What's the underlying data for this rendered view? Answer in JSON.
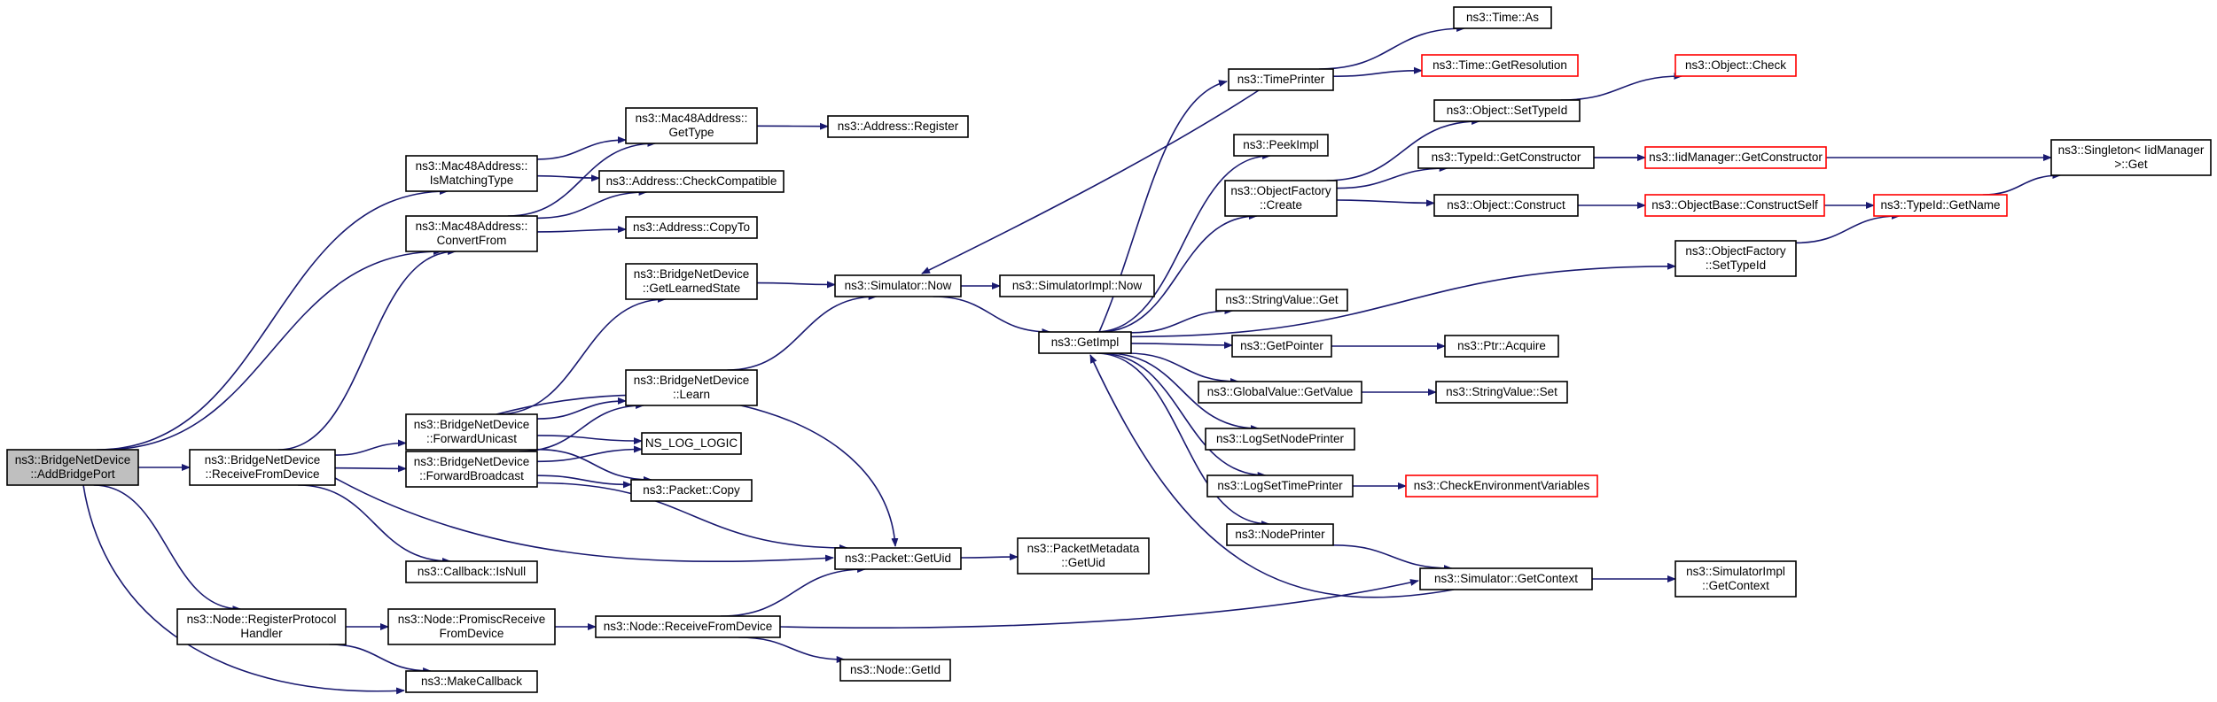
{
  "colors": {
    "edge": "#191970",
    "node_border": "#000000",
    "node_border_undocumented": "#ff0000",
    "node_fill": "#ffffff",
    "root_fill": "#bfbfbf"
  },
  "nodes": [
    {
      "id": "addBridgePort",
      "lines": [
        "ns3::BridgeNetDevice",
        "::AddBridgePort"
      ],
      "root": true
    },
    {
      "id": "receiveFromDevice",
      "lines": [
        "ns3::BridgeNetDevice",
        "::ReceiveFromDevice"
      ]
    },
    {
      "id": "registerProtocolHandler",
      "lines": [
        "ns3::Node::RegisterProtocol",
        "Handler"
      ]
    },
    {
      "id": "mac48IsMatchingType",
      "lines": [
        "ns3::Mac48Address::",
        "IsMatchingType"
      ]
    },
    {
      "id": "mac48ConvertFrom",
      "lines": [
        "ns3::Mac48Address::",
        "ConvertFrom"
      ]
    },
    {
      "id": "forwardUnicast",
      "lines": [
        "ns3::BridgeNetDevice",
        "::ForwardUnicast"
      ]
    },
    {
      "id": "forwardBroadcast",
      "lines": [
        "ns3::BridgeNetDevice",
        "::ForwardBroadcast"
      ]
    },
    {
      "id": "callbackIsNull",
      "lines": [
        "ns3::Callback::IsNull"
      ]
    },
    {
      "id": "promiscReceiveFromDevice",
      "lines": [
        "ns3::Node::PromiscReceive",
        "FromDevice"
      ]
    },
    {
      "id": "makeCallback",
      "lines": [
        "ns3::MakeCallback"
      ]
    },
    {
      "id": "mac48GetType",
      "lines": [
        "ns3::Mac48Address::",
        "GetType"
      ]
    },
    {
      "id": "addressCheckCompatible",
      "lines": [
        "ns3::Address::CheckCompatible"
      ]
    },
    {
      "id": "addressCopyTo",
      "lines": [
        "ns3::Address::CopyTo"
      ]
    },
    {
      "id": "getLearnedState",
      "lines": [
        "ns3::BridgeNetDevice",
        "::GetLearnedState"
      ]
    },
    {
      "id": "learn",
      "lines": [
        "ns3::BridgeNetDevice",
        "::Learn"
      ]
    },
    {
      "id": "nsLogLogic",
      "lines": [
        "NS_LOG_LOGIC"
      ]
    },
    {
      "id": "packetCopy",
      "lines": [
        "ns3::Packet::Copy"
      ]
    },
    {
      "id": "nodeReceiveFromDevice",
      "lines": [
        "ns3::Node::ReceiveFromDevice"
      ]
    },
    {
      "id": "addressRegister",
      "lines": [
        "ns3::Address::Register"
      ]
    },
    {
      "id": "simulatorNow",
      "lines": [
        "ns3::Simulator::Now"
      ]
    },
    {
      "id": "packetGetUid",
      "lines": [
        "ns3::Packet::GetUid"
      ]
    },
    {
      "id": "nodeGetId",
      "lines": [
        "ns3::Node::GetId"
      ]
    },
    {
      "id": "simulatorImplNow",
      "lines": [
        "ns3::SimulatorImpl::Now"
      ]
    },
    {
      "id": "packetMetadataGetUid",
      "lines": [
        "ns3::PacketMetadata",
        "::GetUid"
      ]
    },
    {
      "id": "getImpl",
      "lines": [
        "ns3::GetImpl"
      ]
    },
    {
      "id": "timePrinter",
      "lines": [
        "ns3::TimePrinter"
      ]
    },
    {
      "id": "peekImpl",
      "lines": [
        "ns3::PeekImpl"
      ]
    },
    {
      "id": "objectFactoryCreate",
      "lines": [
        "ns3::ObjectFactory",
        "::Create"
      ]
    },
    {
      "id": "stringValueGet",
      "lines": [
        "ns3::StringValue::Get"
      ]
    },
    {
      "id": "getPointer",
      "lines": [
        "ns3::GetPointer"
      ]
    },
    {
      "id": "globalValueGetValue",
      "lines": [
        "ns3::GlobalValue::GetValue"
      ]
    },
    {
      "id": "logSetNodePrinter",
      "lines": [
        "ns3::LogSetNodePrinter"
      ]
    },
    {
      "id": "logSetTimePrinter",
      "lines": [
        "ns3::LogSetTimePrinter"
      ]
    },
    {
      "id": "nodePrinter",
      "lines": [
        "ns3::NodePrinter"
      ]
    },
    {
      "id": "timeAs",
      "lines": [
        "ns3::Time::As"
      ]
    },
    {
      "id": "timeGetResolution",
      "lines": [
        "ns3::Time::GetResolution"
      ],
      "undocumented": true
    },
    {
      "id": "objectSetTypeId",
      "lines": [
        "ns3::Object::SetTypeId"
      ]
    },
    {
      "id": "typeIdGetConstructor",
      "lines": [
        "ns3::TypeId::GetConstructor"
      ]
    },
    {
      "id": "objectConstruct",
      "lines": [
        "ns3::Object::Construct"
      ]
    },
    {
      "id": "objectFactorySetTypeId",
      "lines": [
        "ns3::ObjectFactory",
        "::SetTypeId"
      ]
    },
    {
      "id": "ptrAcquire",
      "lines": [
        "ns3::Ptr::Acquire"
      ]
    },
    {
      "id": "stringValueSet",
      "lines": [
        "ns3::StringValue::Set"
      ]
    },
    {
      "id": "checkEnvironmentVariables",
      "lines": [
        "ns3::CheckEnvironmentVariables"
      ],
      "undocumented": true
    },
    {
      "id": "simulatorGetContext",
      "lines": [
        "ns3::Simulator::GetContext"
      ]
    },
    {
      "id": "objectCheck",
      "lines": [
        "ns3::Object::Check"
      ],
      "undocumented": true
    },
    {
      "id": "iidManagerGetConstructor",
      "lines": [
        "ns3::IidManager::GetConstructor"
      ],
      "undocumented": true
    },
    {
      "id": "objectBaseConstructSelf",
      "lines": [
        "ns3::ObjectBase::ConstructSelf"
      ],
      "undocumented": true
    },
    {
      "id": "typeIdGetName",
      "lines": [
        "ns3::TypeId::GetName"
      ],
      "undocumented": true
    },
    {
      "id": "simulatorImplGetContext",
      "lines": [
        "ns3::SimulatorImpl",
        "::GetContext"
      ]
    },
    {
      "id": "singletonGet",
      "lines": [
        "ns3::Singleton< IidManager",
        " >::Get"
      ]
    }
  ],
  "edges": [
    [
      "addBridgePort",
      "mac48IsMatchingType"
    ],
    [
      "addBridgePort",
      "mac48ConvertFrom"
    ],
    [
      "addBridgePort",
      "receiveFromDevice"
    ],
    [
      "addBridgePort",
      "registerProtocolHandler"
    ],
    [
      "addBridgePort",
      "makeCallback"
    ],
    [
      "receiveFromDevice",
      "mac48ConvertFrom"
    ],
    [
      "receiveFromDevice",
      "forwardUnicast"
    ],
    [
      "receiveFromDevice",
      "forwardBroadcast"
    ],
    [
      "receiveFromDevice",
      "callbackIsNull"
    ],
    [
      "receiveFromDevice",
      "packetGetUid"
    ],
    [
      "registerProtocolHandler",
      "promiscReceiveFromDevice"
    ],
    [
      "registerProtocolHandler",
      "makeCallback"
    ],
    [
      "mac48IsMatchingType",
      "mac48GetType"
    ],
    [
      "mac48IsMatchingType",
      "addressCheckCompatible"
    ],
    [
      "mac48ConvertFrom",
      "mac48GetType"
    ],
    [
      "mac48ConvertFrom",
      "addressCheckCompatible"
    ],
    [
      "mac48ConvertFrom",
      "addressCopyTo"
    ],
    [
      "mac48GetType",
      "addressRegister"
    ],
    [
      "forwardUnicast",
      "getLearnedState"
    ],
    [
      "forwardUnicast",
      "learn"
    ],
    [
      "forwardUnicast",
      "nsLogLogic"
    ],
    [
      "forwardUnicast",
      "packetCopy"
    ],
    [
      "forwardUnicast",
      "packetGetUid"
    ],
    [
      "forwardBroadcast",
      "learn"
    ],
    [
      "forwardBroadcast",
      "nsLogLogic"
    ],
    [
      "forwardBroadcast",
      "packetCopy"
    ],
    [
      "forwardBroadcast",
      "packetGetUid"
    ],
    [
      "promiscReceiveFromDevice",
      "nodeReceiveFromDevice"
    ],
    [
      "getLearnedState",
      "simulatorNow"
    ],
    [
      "learn",
      "simulatorNow"
    ],
    [
      "nodeReceiveFromDevice",
      "packetGetUid"
    ],
    [
      "nodeReceiveFromDevice",
      "nodeGetId"
    ],
    [
      "nodeReceiveFromDevice",
      "simulatorGetContext"
    ],
    [
      "simulatorNow",
      "simulatorImplNow"
    ],
    [
      "simulatorNow",
      "getImpl"
    ],
    [
      "packetGetUid",
      "packetMetadataGetUid"
    ],
    [
      "timePrinter",
      "simulatorNow"
    ],
    [
      "timePrinter",
      "timeAs"
    ],
    [
      "timePrinter",
      "timeGetResolution"
    ],
    [
      "getImpl",
      "timePrinter"
    ],
    [
      "getImpl",
      "peekImpl"
    ],
    [
      "getImpl",
      "objectFactoryCreate"
    ],
    [
      "getImpl",
      "objectFactorySetTypeId"
    ],
    [
      "getImpl",
      "stringValueGet"
    ],
    [
      "getImpl",
      "getPointer"
    ],
    [
      "getImpl",
      "globalValueGetValue"
    ],
    [
      "getImpl",
      "logSetNodePrinter"
    ],
    [
      "getImpl",
      "logSetTimePrinter"
    ],
    [
      "getImpl",
      "nodePrinter"
    ],
    [
      "objectFactoryCreate",
      "objectSetTypeId"
    ],
    [
      "objectFactoryCreate",
      "typeIdGetConstructor"
    ],
    [
      "objectFactoryCreate",
      "objectConstruct"
    ],
    [
      "objectSetTypeId",
      "objectCheck"
    ],
    [
      "typeIdGetConstructor",
      "iidManagerGetConstructor"
    ],
    [
      "typeIdGetConstructor",
      "singletonGet"
    ],
    [
      "objectConstruct",
      "objectBaseConstructSelf"
    ],
    [
      "objectBaseConstructSelf",
      "typeIdGetName"
    ],
    [
      "objectFactorySetTypeId",
      "typeIdGetName"
    ],
    [
      "typeIdGetName",
      "singletonGet"
    ],
    [
      "getPointer",
      "ptrAcquire"
    ],
    [
      "globalValueGetValue",
      "stringValueSet"
    ],
    [
      "logSetTimePrinter",
      "checkEnvironmentVariables"
    ],
    [
      "nodePrinter",
      "simulatorGetContext"
    ],
    [
      "simulatorGetContext",
      "getImpl"
    ],
    [
      "simulatorGetContext",
      "simulatorImplGetContext"
    ]
  ]
}
